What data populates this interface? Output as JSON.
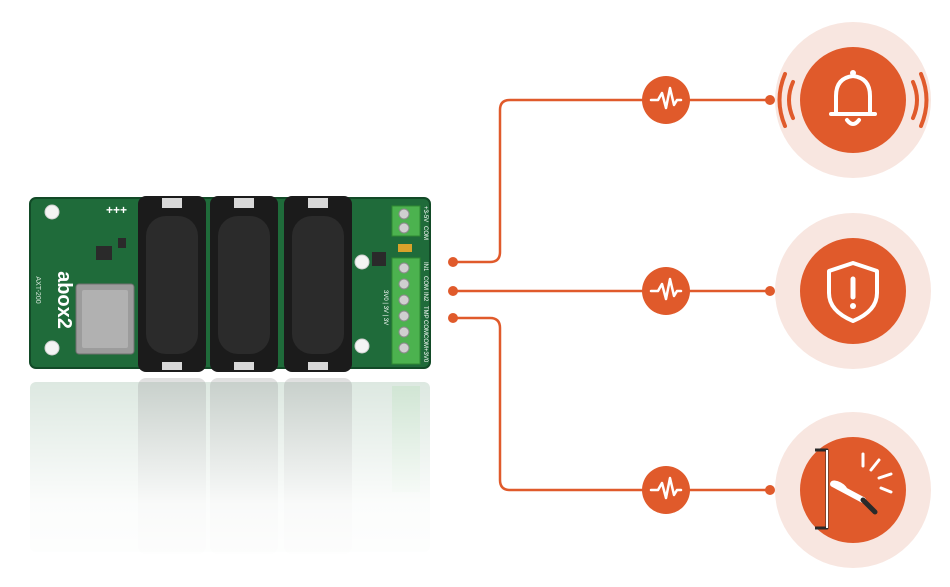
{
  "board": {
    "brand_text": "abox2",
    "model_text": "AXT-200",
    "plus_marks": "+++",
    "terminal_labels": [
      "+3-5V",
      "COM",
      "IN1",
      "COM",
      "IN2",
      "TMP",
      "COM",
      "COM",
      "+3V0"
    ],
    "side_label": "3V0 | 3V | 3V"
  },
  "colors": {
    "accent": "#e05a2b",
    "circle_bg": "#f8e6e0",
    "pcb_green": "#1f6b3a",
    "terminal_green": "#4cb24f",
    "battery_black": "#1b1b1b"
  },
  "outputs": [
    {
      "signal_icon": "pulse-icon",
      "device_icon": "bell-alarm-icon"
    },
    {
      "signal_icon": "pulse-icon",
      "device_icon": "shield-warning-icon"
    },
    {
      "signal_icon": "pulse-icon",
      "device_icon": "tamper-wall-icon"
    }
  ]
}
